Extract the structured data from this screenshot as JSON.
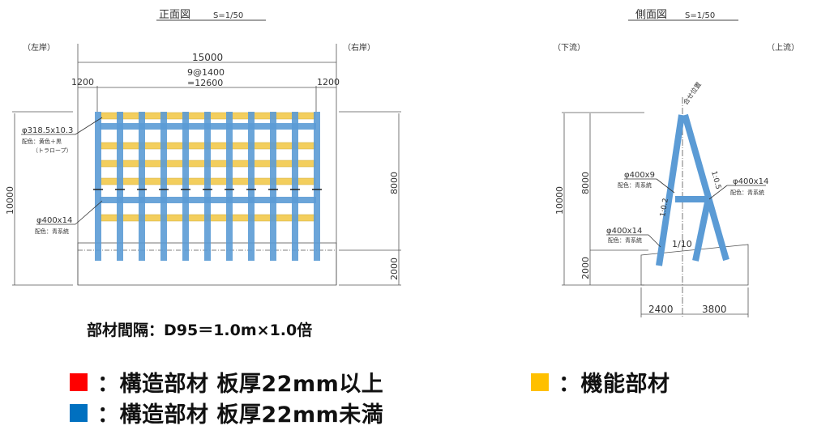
{
  "front_view": {
    "title": "正面図",
    "scale": "S=1/50",
    "left_bank": "（左岸）",
    "right_bank": "（右岸）",
    "dim_total": "15000",
    "dim_span_1": "9@1400",
    "dim_span_2": "=12600",
    "dim_left": "1200",
    "dim_right": "1200",
    "dim_height_total": "10000",
    "dim_height_upper": "8000",
    "dim_height_lower": "2000",
    "label_a_size": "φ318.5x10.3",
    "label_a_color": "配色：黄色＋黒",
    "label_a_note": "（トラロープ）",
    "label_b_size": "φ400x14",
    "label_b_color": "配色：青系統"
  },
  "side_view": {
    "title": "側面図",
    "scale": "S=1/50",
    "downstream": "（下流）",
    "upstream": "（上流）",
    "joint_label": "合せ位置",
    "dim_height_total": "10000",
    "dim_height_upper": "8000",
    "dim_height_lower": "2000",
    "dim_base_left": "2400",
    "dim_base_right": "3800",
    "slope_left": "1:0.2",
    "slope_right": "1:0.5",
    "slope_ground": "1/10",
    "label_a_size": "φ400x9",
    "label_a_color": "配色：青系統",
    "label_b_size": "φ400x14",
    "label_b_color": "配色：青系統",
    "label_c_size": "φ400x14",
    "label_c_color": "配色：青系統"
  },
  "member_spacing": "部材間隔：D95＝1.0m×1.0倍",
  "legend": [
    {
      "label": "：構造部材 板厚22mm以上",
      "color": "#ff0000"
    },
    {
      "label": "：構造部材 板厚22mm未満",
      "color": "#0070c0"
    },
    {
      "label": "：機能部材",
      "color": "#ffc000"
    }
  ],
  "colors": {
    "structural_blue": "#5b9bd5",
    "functional_yellow": "#f2c94c",
    "line": "#444444"
  }
}
